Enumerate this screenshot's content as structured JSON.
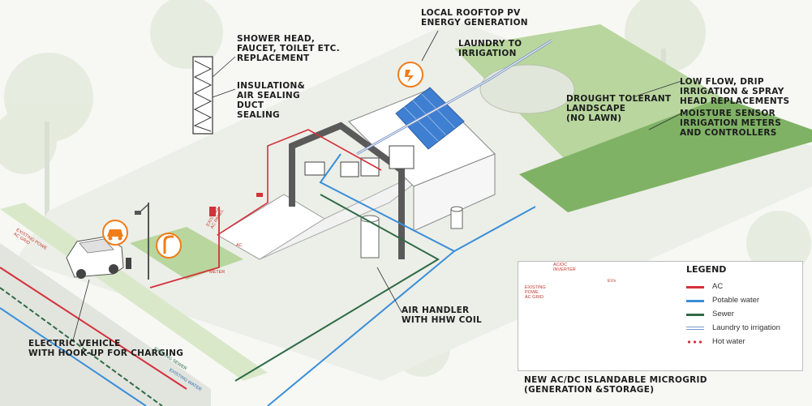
{
  "labels": {
    "rooftop_pv": "LOCAL ROOFTOP PV\nENERGY GENERATION",
    "shower_head": "SHOWER HEAD,\nFAUCET, TOILET ETC.\nREPLACEMENT",
    "laundry": "LAUNDRY TO\nIRRIGATION",
    "insulation": "INSULATION&\nAIR SEALING\nDUCT\nSEALING",
    "low_flow": "LOW FLOW, DRIP\nIRRIGATION & SPRAY\nHEAD REPLACEMENTS",
    "drought": "DROUGHT TOLERANT\nLANDSCAPE\n(NO LAWN)",
    "moisture": "MOISTURE SENSOR\nIRRIGATION METERS\nAND CONTROLLERS",
    "air_handler": "AIR HANDLER\nWITH HHW COIL",
    "ev": "ELECTRIC VEHICLE\nWITH HOOK-UP FOR CHARGING",
    "microgrid": "NEW AC/DC ISLANDABLE MICROGRID\n(GENERATION &STORAGE)"
  },
  "small_labels": {
    "existing_ac_panel": "EXISTING\nAC PANEL",
    "existing_poe_left": "EXISTING POWE\nAC GRID",
    "meter": "METER",
    "ac_tag": "AC",
    "existing_sewer": "EXISTING SEWER",
    "existing_water": "EXISTING WATER",
    "inset_grid": "EXISTING\nPOWE\nAC GRID",
    "inset_inverter": "AC/DC\nINVERTER",
    "inset_evs": "EVs"
  },
  "legend": {
    "title": "LEGEND",
    "items": [
      {
        "label": "AC",
        "color": "#d4313b",
        "style": "solid"
      },
      {
        "label": "Potable water",
        "color": "#3a8fd9",
        "style": "solid"
      },
      {
        "label": "Sewer",
        "color": "#2f6b46",
        "style": "solid"
      },
      {
        "label": "Laundry to irrigation",
        "color": "#7d97c7",
        "style": "double"
      },
      {
        "label": "Hot water",
        "color": "#d4313b",
        "style": "dots"
      }
    ]
  },
  "colors": {
    "accent_orange": "#ef7d1a",
    "ac_red": "#d4313b",
    "water_blue": "#3a8fd9",
    "sewer_green": "#2f6b46",
    "laundry_blue": "#7d97c7",
    "solar_blue": "#3f7fd1",
    "house_frame": "#5a5a5a",
    "landscape_green": "#a9cf8a"
  },
  "icons": [
    "ev-charging-icon",
    "street-lamp-icon",
    "solar-bolt-icon"
  ]
}
